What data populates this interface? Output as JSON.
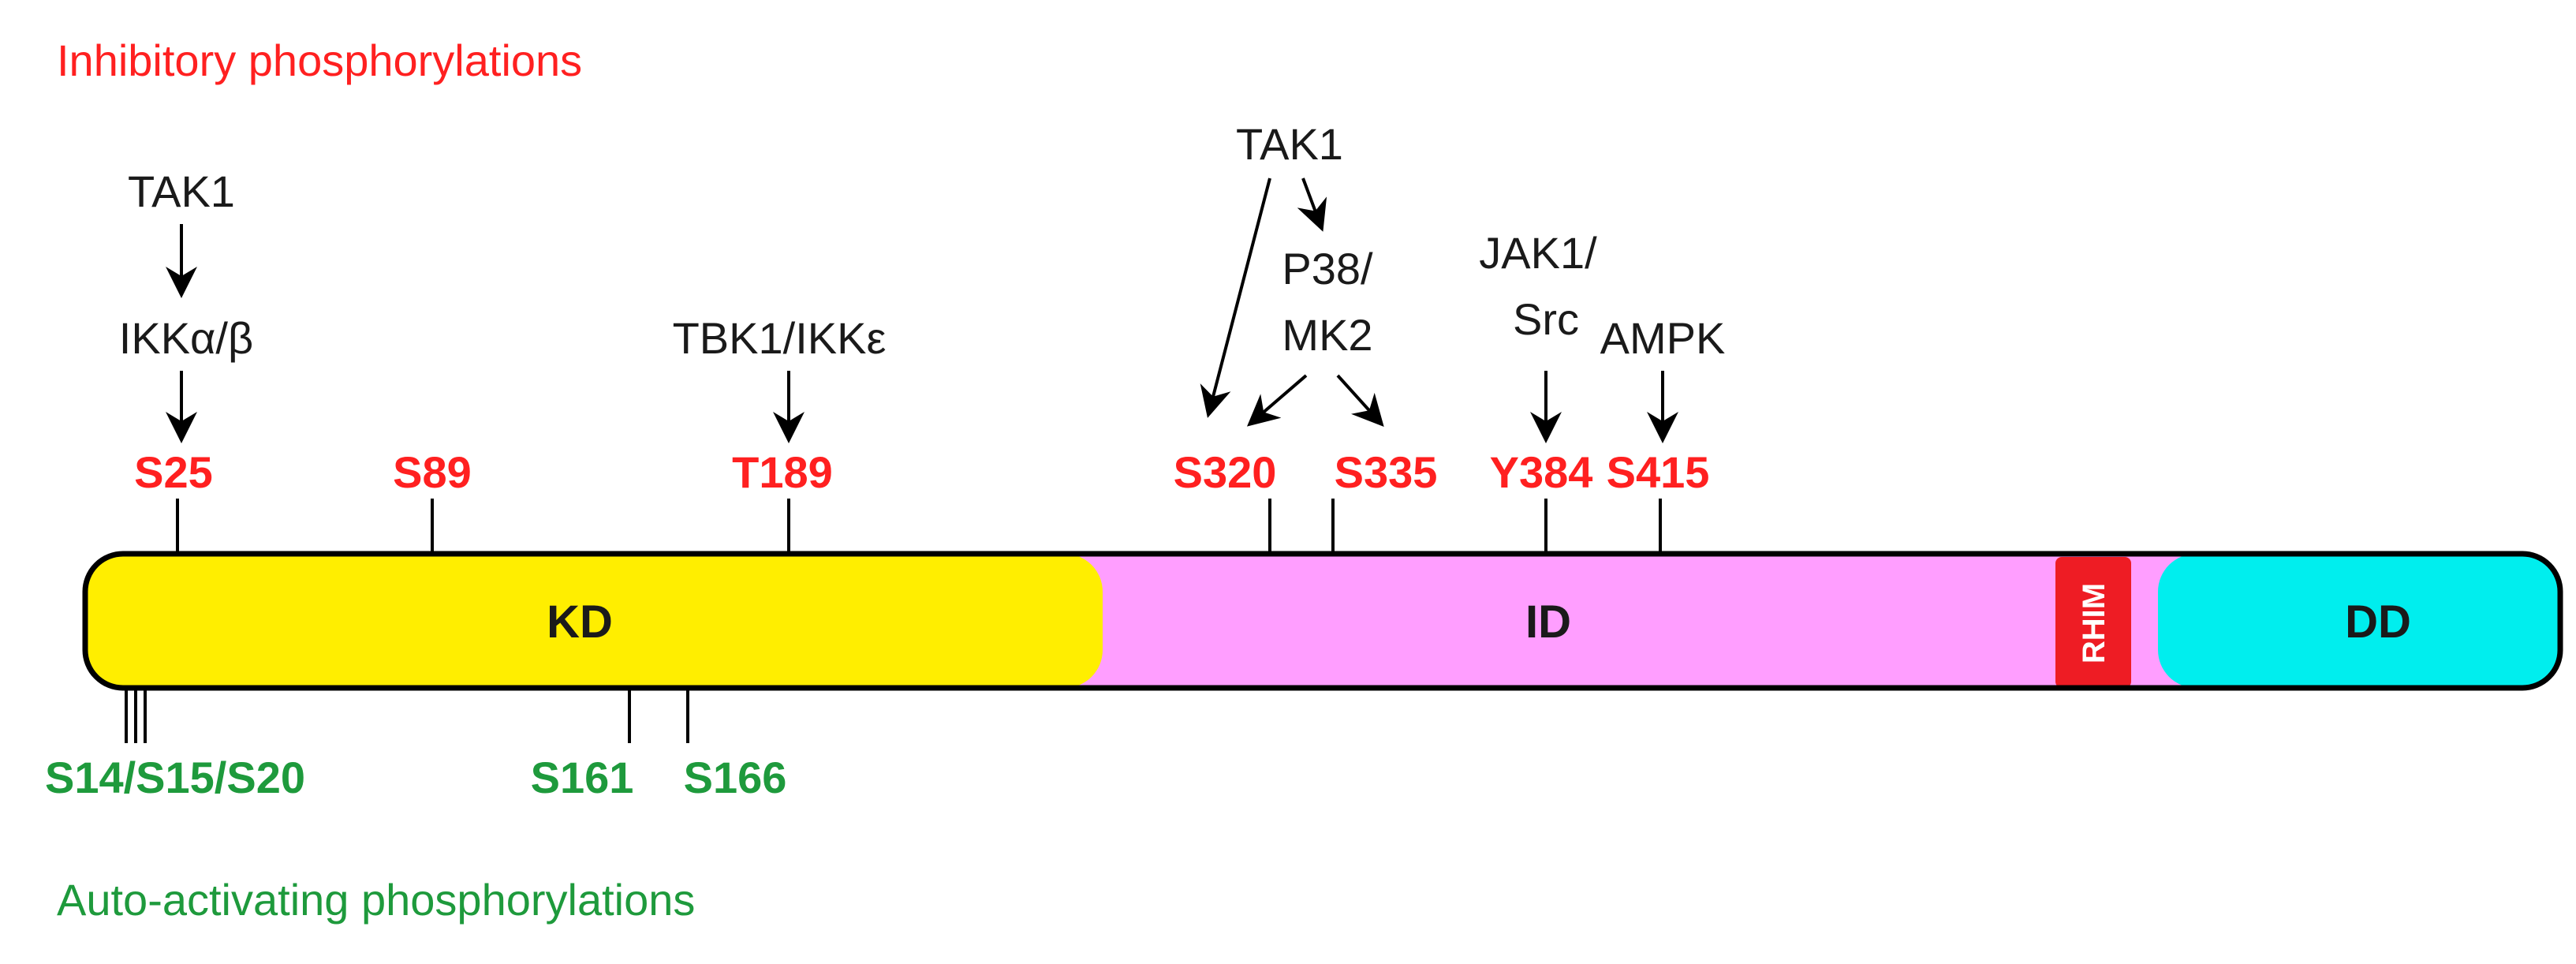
{
  "colors": {
    "inhibitory": "#ff2020",
    "activating": "#1e9a3c",
    "kd_fill": "#ffee00",
    "id_fill": "#ff9eff",
    "dd_fill": "#00eeee",
    "rhim_fill": "#ee1c24",
    "outline": "#000000"
  },
  "titles": {
    "inhibitory": "Inhibitory phosphorylations",
    "activating": "Auto-activating phosphorylations"
  },
  "domains": {
    "kd": "KD",
    "id": "ID",
    "rhim": "RHIM",
    "dd": "DD"
  },
  "inhibitory_sites": [
    "S25",
    "S89",
    "T189",
    "S320",
    "S335",
    "Y384",
    "S415"
  ],
  "activating_sites": [
    "S14/S15/S20",
    "S161",
    "S166"
  ],
  "kinases": {
    "tak1_left": "TAK1",
    "ikk": "IKKα/β",
    "tbk1": "TBK1/IKKε",
    "tak1_mid": "TAK1",
    "p38_line1": "P38/",
    "p38_line2": "MK2",
    "jak1_line1": "JAK1/",
    "jak1_line2": "Src",
    "ampk": "AMPK"
  }
}
